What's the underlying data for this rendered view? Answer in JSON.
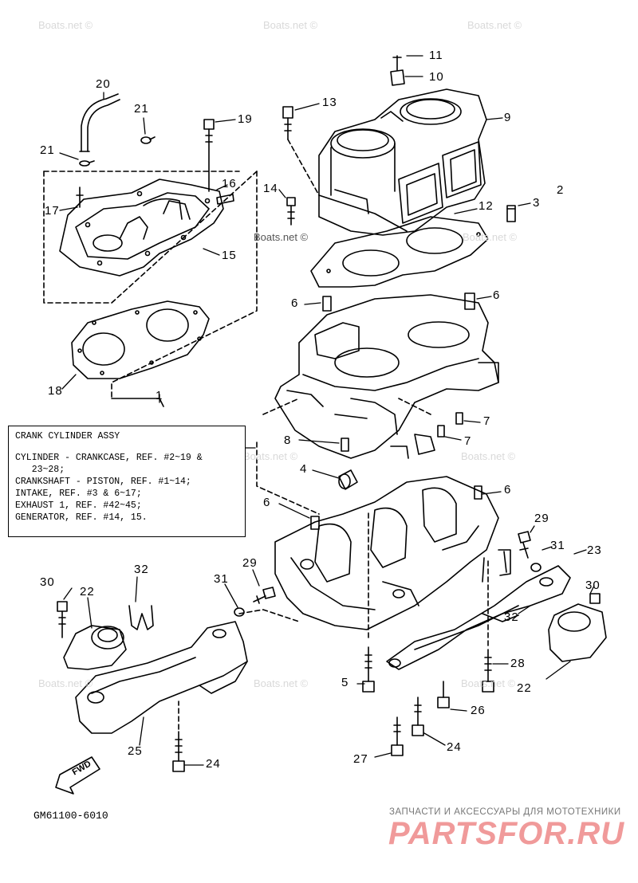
{
  "watermark": "Boats.net ©",
  "legend": {
    "title": "CRANK CYLINDER ASSY",
    "lines": [
      "CYLINDER - CRANKCASE, REF. #2~19 &",
      "   23~28;",
      "CRANKSHAFT - PISTON, REF. #1~14;",
      "INTAKE, REF. #3 & 6~17;",
      "EXHAUST 1, REF. #42~45;",
      "GENERATOR, REF. #14, 15."
    ]
  },
  "diagram_code": "GM61100-6010",
  "fwd_label": "FWD",
  "banner": {
    "caption": "ЗАПЧАСТИ И АКСЕССУАРЫ ДЛЯ МОТОТЕХНИКИ",
    "logo": "PARTSFOR.RU",
    "logo_color": "#f09a9a"
  },
  "callouts": [
    "11",
    "10",
    "13",
    "9",
    "19",
    "20",
    "21",
    "21",
    "16",
    "14",
    "17",
    "15",
    "3",
    "2",
    "12",
    "6",
    "6",
    "18",
    "1",
    "8",
    "7",
    "7",
    "2",
    "4",
    "6",
    "6",
    "29",
    "31",
    "23",
    "30",
    "22",
    "32",
    "31",
    "29",
    "30",
    "32",
    "22",
    "28",
    "5",
    "26",
    "25",
    "24",
    "27",
    "24"
  ]
}
